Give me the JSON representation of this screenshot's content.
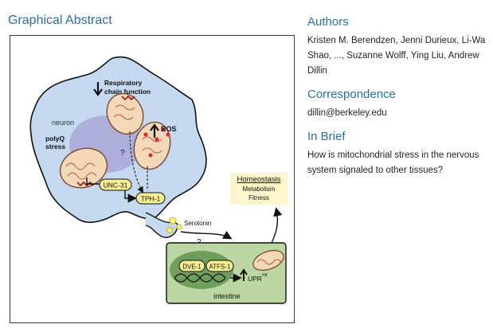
{
  "abstract": {
    "title": "Graphical Abstract",
    "labels": {
      "respiratory": "Respiratory\nchain function",
      "neuron": "neuron",
      "polyq": "polyQ\nstress",
      "ros": "ROS",
      "question1": "?",
      "unc31": "UNC-31",
      "tph1": "TPH-1",
      "serotonin": "Serotonin",
      "question2": "?",
      "homeostasis": "Homeostasis",
      "metabolism": "Metabolism",
      "fitness": "Fitness",
      "dve1": "DVE-1",
      "atfs1": "ATFS-1",
      "upr": "UPR",
      "upr_sup": "mt",
      "intestine": "intestine"
    }
  },
  "authors": {
    "heading": "Authors",
    "text": "Kristen M. Berendzen, Jenni Durieux, Li-Wa Shao, ..., Suzanne Wolff, Ying Liu, Andrew Dillin"
  },
  "correspondence": {
    "heading": "Correspondence",
    "email": "dillin@berkeley.edu"
  },
  "in_brief": {
    "heading": "In Brief",
    "text": "How is mitochondrial stress in the nervous system signaled to other tissues?"
  },
  "colors": {
    "title_blue": "#2a6f9e",
    "cell_blue": "#c4d8ef",
    "nucleus_purple": "#a9a7d6",
    "mito_tan": "#f2d7b9",
    "label_yellow": "#f6ef94",
    "intestine_green": "#bcd6a3",
    "nucleus_green": "#6f9e5c",
    "homeostasis_bg": "#fdf6cc",
    "ros_red": "#d42a2a"
  }
}
